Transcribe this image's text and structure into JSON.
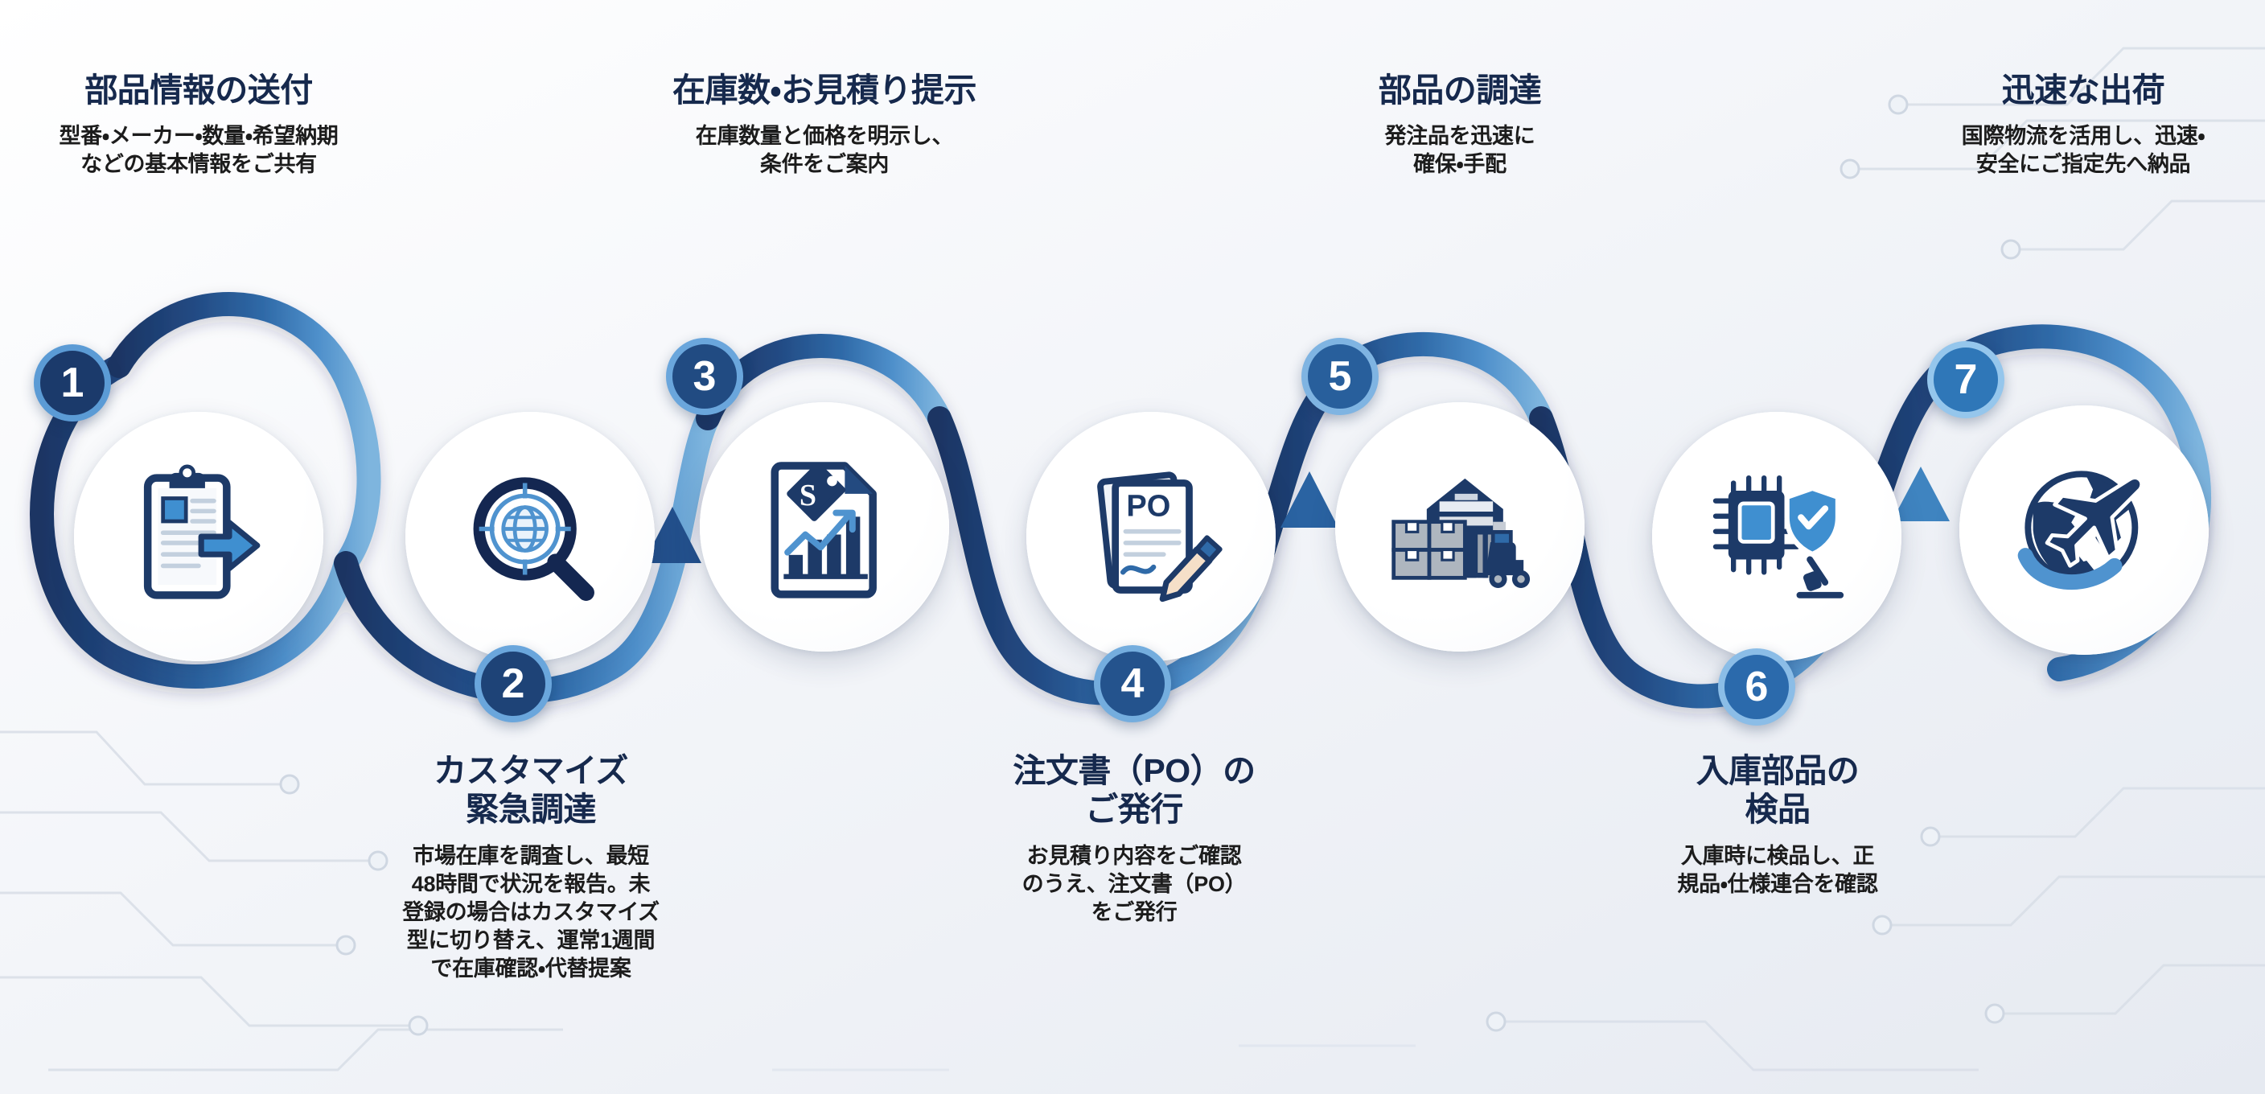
{
  "palette": {
    "background_light": "#f6f8fa",
    "background_edge": "#e7ebf1",
    "title_navy": "#16294d",
    "title_dark": "#151515",
    "body_text": "#1c1c1c",
    "ribbon_dark": "#1d3a68",
    "ribbon_mid": "#2d5c96",
    "ribbon_light": "#4f90cb",
    "accent_blue": "#3f8fd0",
    "badge_1": "#1b3a6b",
    "badge_7": "#2f77b8",
    "circuit_line": "#d7dde6"
  },
  "steps": [
    {
      "number": "1",
      "position": "top",
      "icon": "clipboard-arrow-icon",
      "title": "部品情報の送付",
      "description": "型番・メーカー・数量・希望納期\nなどの基本情報をご共有",
      "badge_color": "#1b3a6b",
      "ring_color": "#5b9bd5"
    },
    {
      "number": "2",
      "position": "bottom",
      "icon": "globe-search-icon",
      "title": "カスタマイズ\n緊急調達",
      "description": "市場在庫を調査し、最短\n48時間で状況を報告。未\n登録の場合はカスタマイズ\n型に切り替え、運常1週間\nで在庫確認・代替提案",
      "badge_color": "#1e4377",
      "ring_color": "#6aa6dc"
    },
    {
      "number": "3",
      "position": "top",
      "icon": "quote-document-chart-icon",
      "title": "在庫数・お見積り提示",
      "description": "在庫数量と価格を明示し、\n条件をご案内",
      "badge_color": "#214b82",
      "ring_color": "#6aa6dc"
    },
    {
      "number": "4",
      "position": "bottom",
      "icon": "purchase-order-signature-icon",
      "title": "注文書（PO）の\nご発行",
      "description": "お見積り内容をご確認\nのうえ、注文書（PO）\nをご発行",
      "badge_color": "#24538d",
      "ring_color": "#74adde"
    },
    {
      "number": "5",
      "position": "top",
      "icon": "warehouse-forklift-icon",
      "title": "部品の調達",
      "description": "発注品を迅速に\n確保・手配",
      "badge_color": "#285f9c",
      "ring_color": "#7fb4e2"
    },
    {
      "number": "6",
      "position": "bottom",
      "icon": "chip-inspection-icon",
      "title": "入庫部品の\n検品",
      "description": "入庫時に検品し、正\n規品・仕様連合を確認",
      "badge_color": "#2b6aac",
      "ring_color": "#8bbde7"
    },
    {
      "number": "7",
      "position": "top",
      "icon": "globe-airplane-icon",
      "title": "迅速な出荷",
      "description": "国際物流を活用し、迅速・\n安全にご指定先へ納品",
      "badge_color": "#2f77b8",
      "ring_color": "#95c6ec"
    }
  ],
  "flow": {
    "type": "serpentine-process",
    "step_count": 7,
    "direction": "left-to-right",
    "ribbon_gradient": [
      "#1d3a68",
      "#2d5c96",
      "#4f90cb",
      "#7fb6df"
    ]
  }
}
